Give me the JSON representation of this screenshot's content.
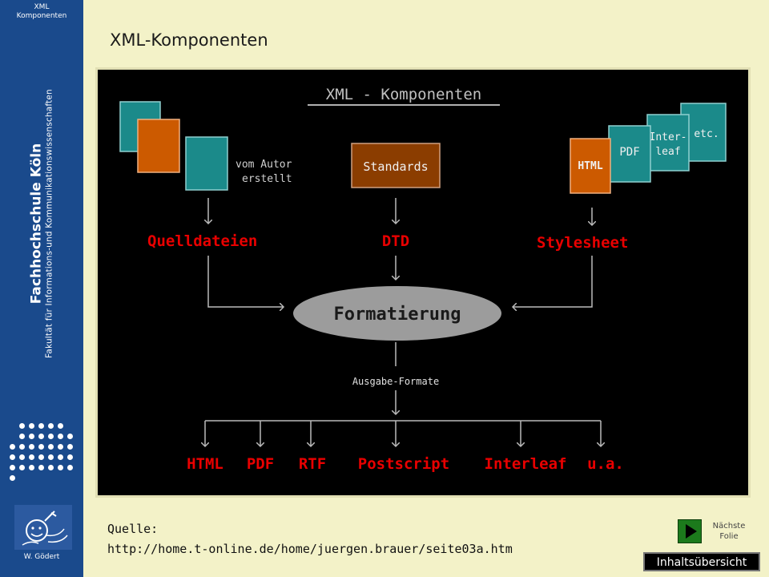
{
  "sidebar": {
    "top_label": [
      "XML",
      "Komponenten"
    ],
    "institution": "Fachhochschule Köln",
    "faculty": "Fakultät für Informations-und Kommunikationswissenschaften",
    "author": "W. Gödert"
  },
  "slide": {
    "title": "XML-Komponenten",
    "source_label": "Quelle:",
    "source_url": "http://home.t-online.de/home/juergen.brauer/seite03a.htm"
  },
  "nav": {
    "next_label": [
      "Nächste",
      "Folie"
    ],
    "toc_label": "Inhaltsübersicht"
  },
  "diagram": {
    "heading": "XML - Komponenten",
    "author_note": [
      "vom Autor",
      "erstellt"
    ],
    "standards_box": "Standards",
    "output_docs": [
      "HTML",
      "PDF",
      "Inter-\nleaf",
      "etc."
    ],
    "inputs": [
      "Quelldateien",
      "DTD",
      "Stylesheet"
    ],
    "center": "Formatierung",
    "output_caption": "Ausgabe-Formate",
    "outputs": [
      "HTML",
      "PDF",
      "RTF",
      "Postscript",
      "Interleaf",
      "u.a."
    ],
    "colors": {
      "red": "#e80000",
      "teal": "#1b8a8a",
      "orange": "#cc5a00",
      "brown": "#8b3d00",
      "gray": "#9c9c9c"
    }
  }
}
